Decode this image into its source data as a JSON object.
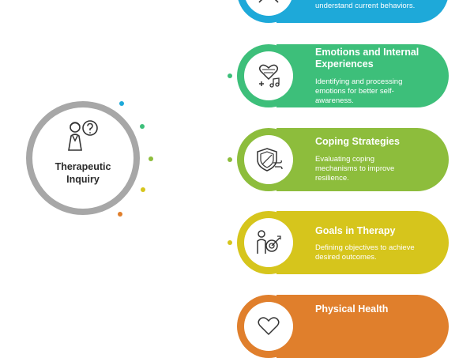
{
  "central": {
    "title_line1": "Therapeutic",
    "title_line2": "Inquiry",
    "icon": "person-question-icon"
  },
  "cards": [
    {
      "id": "behaviors",
      "title": "",
      "desc_lines": [
        "understand current behaviors."
      ],
      "color": "#1ea9d9",
      "icon": "person-icon"
    },
    {
      "id": "emotions",
      "title_lines": [
        "Emotions and Internal",
        "Experiences"
      ],
      "desc_lines": [
        "Identifying and processing",
        "emotions for better self-",
        "awareness."
      ],
      "color": "#3dbf7a",
      "icon": "heart-music-icon"
    },
    {
      "id": "coping",
      "title_lines": [
        "Coping Strategies"
      ],
      "desc_lines": [
        "Evaluating coping",
        "mechanisms to improve",
        "resilience."
      ],
      "color": "#8dbd3c",
      "icon": "shield-wind-icon"
    },
    {
      "id": "goals",
      "title_lines": [
        "Goals in Therapy"
      ],
      "desc_lines": [
        "Defining objectives to achieve",
        "desired outcomes."
      ],
      "color": "#d6c51c",
      "icon": "person-target-icon"
    },
    {
      "id": "physical",
      "title_lines": [
        "Physical Health"
      ],
      "desc_lines": [],
      "color": "#e07f2c",
      "icon": "heart-icon"
    }
  ],
  "dot_colors": [
    "#1ea9d9",
    "#3dbf7a",
    "#8dbd3c",
    "#d6c51c",
    "#e07f2c"
  ]
}
